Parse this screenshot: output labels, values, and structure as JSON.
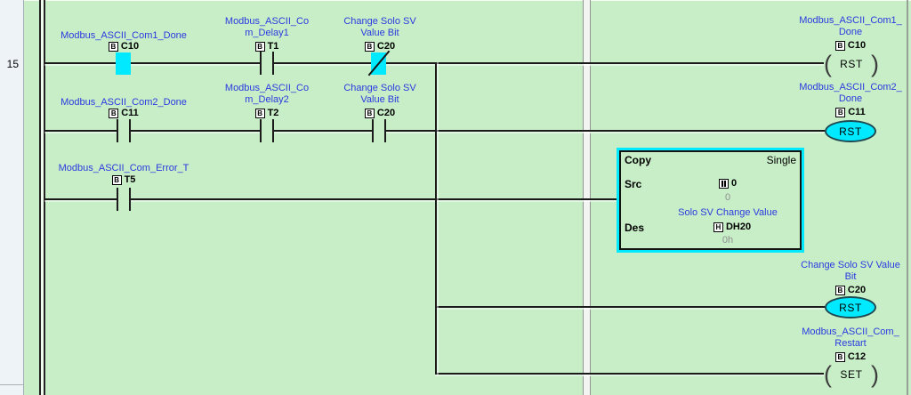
{
  "colors": {
    "background_green": "#c7eec7",
    "highlight_cyan": "#00e9ff",
    "label_blue": "#2b3ae0",
    "wire_black": "#1b1b1b",
    "margin_gray": "#eef3f7",
    "value_gray": "#8f8f8f"
  },
  "margin": {
    "rung_number": "15"
  },
  "contacts": [
    {
      "line1": "Modbus_ASCII_Com1_Done",
      "device": "C10"
    },
    {
      "line1": "Modbus_ASCII_Co",
      "line2": "m_Delay1",
      "device": "T1"
    },
    {
      "line1": "Change Solo SV",
      "line2": "Value Bit",
      "device": "C20"
    },
    {
      "line1": "Modbus_ASCII_Com2_Done",
      "device": "C11"
    },
    {
      "line1": "Modbus_ASCII_Co",
      "line2": "m_Delay2",
      "device": "T2"
    },
    {
      "line1": "Change Solo SV",
      "line2": "Value Bit",
      "device": "C20"
    },
    {
      "line1": "Modbus_ASCII_Com_Error_T",
      "device": "T5"
    }
  ],
  "coils": [
    {
      "line1": "Modbus_ASCII_Com1_",
      "line2": "Done",
      "device": "C10",
      "op": "RST"
    },
    {
      "line1": "Modbus_ASCII_Com2_",
      "line2": "Done",
      "device": "C11",
      "op": "RST"
    },
    {
      "line1": "Change Solo SV Value",
      "line2": "Bit",
      "device": "C20",
      "op": "RST"
    },
    {
      "line1": "Modbus_ASCII_Com_",
      "line2": "Restart",
      "device": "C12",
      "op": "SET"
    }
  ],
  "copy_block": {
    "title": "Copy",
    "mode": "Single",
    "src_label": "Src",
    "src_operand": "0",
    "src_value": "0",
    "des_comment": "Solo SV Change Value",
    "des_label": "Des",
    "des_operand": "DH20",
    "des_value": "0h"
  }
}
